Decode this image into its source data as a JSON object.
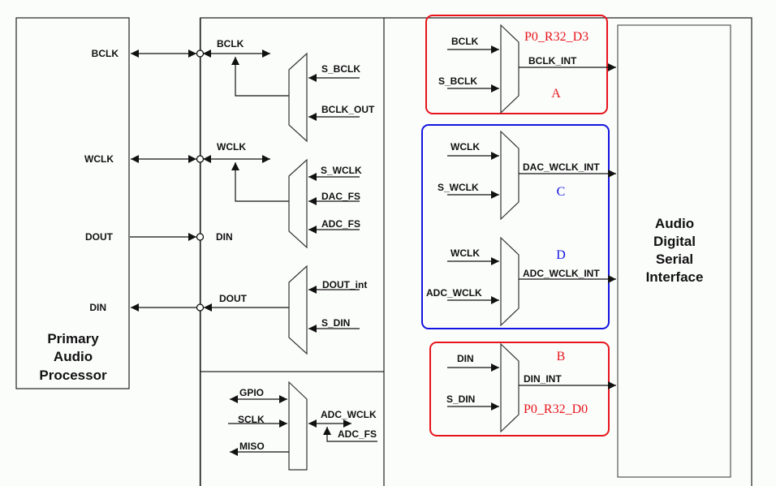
{
  "diagram": {
    "primary_processor": {
      "title_lines": [
        "Primary",
        "Audio",
        "Processor"
      ],
      "pins": [
        "BCLK",
        "WCLK",
        "DOUT",
        "DIN"
      ]
    },
    "bus_labels": {
      "bclk": "BCLK",
      "wclk": "WCLK",
      "din": "DIN",
      "dout": "DOUT"
    },
    "left_muxes": {
      "bclk_mux_inputs": [
        "S_BCLK",
        "BCLK_OUT"
      ],
      "wclk_mux_inputs": [
        "S_WCLK",
        "DAC_FS",
        "ADC_FS"
      ],
      "dout_mux_inputs": [
        "DOUT_int",
        "S_DIN"
      ]
    },
    "gpio_mux": {
      "left_signals": [
        "GPIO",
        "SCLK",
        "MISO"
      ],
      "right_signals": [
        "ADC_WCLK",
        "ADC_FS"
      ]
    },
    "groups": [
      {
        "id": "A",
        "border_color": "#e8141c",
        "register_label": "P0_R32_D3",
        "inputs": [
          "BCLK",
          "S_BCLK"
        ],
        "output": "BCLK_INT"
      },
      {
        "id": "C",
        "border_color": "#1414e0",
        "inputs": [
          "WCLK",
          "S_WCLK"
        ],
        "output": "DAC_WCLK_INT"
      },
      {
        "id": "D",
        "border_color": "#1414e0",
        "inputs": [
          "WCLK",
          "ADC_WCLK"
        ],
        "output": "ADC_WCLK_INT"
      },
      {
        "id": "B",
        "border_color": "#e8141c",
        "register_label": "P0_R32_D0",
        "inputs": [
          "DIN",
          "S_DIN"
        ],
        "output": "DIN_INT"
      }
    ],
    "adsi": {
      "title_lines": [
        "Audio",
        "Digital",
        "Serial",
        "Interface"
      ]
    }
  }
}
